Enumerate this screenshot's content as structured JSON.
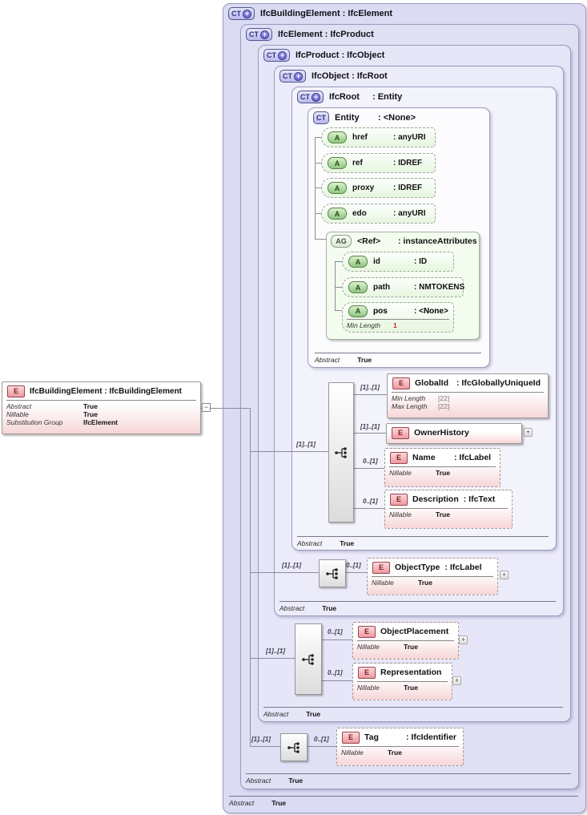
{
  "icons": {
    "plus": "+",
    "collapse": "−"
  },
  "palette": {
    "level_bg_outer": "#dbdbf3",
    "level_bg_inner": "#fcfcff",
    "element_pink": "#f7d6d8",
    "attribute_green": "#e6f6de",
    "badge_blue": "#b9b9ea",
    "constraint_red": "#cc2222"
  },
  "left_element": {
    "badge": "E",
    "title": "IfcBuildingElement : IfcBuildingElement",
    "rows": [
      {
        "label": "Abstract",
        "value": "True"
      },
      {
        "label": "Nillable",
        "value": "True"
      },
      {
        "label": "Substitution Group",
        "value": "IfcElement"
      }
    ]
  },
  "levels": [
    {
      "badge": "CT",
      "title": "IfcBuildingElement : IfcElement",
      "footer_label": "Abstract",
      "footer_value": "True"
    },
    {
      "badge": "CT",
      "title": "IfcElement : IfcProduct",
      "footer_label": "Abstract",
      "footer_value": "True"
    },
    {
      "badge": "CT",
      "title": "IfcProduct : IfcObject",
      "footer_label": "Abstract",
      "footer_value": "True"
    },
    {
      "badge": "CT",
      "title": "IfcObject : IfcRoot",
      "footer_label": "Abstract",
      "footer_value": "True"
    },
    {
      "badge": "CT",
      "title": "IfcRoot",
      "title_type": ": Entity",
      "footer_label": "Abstract",
      "footer_value": "True"
    }
  ],
  "entity": {
    "badge": "CT",
    "name": "Entity",
    "type": ": <None>",
    "attributes": [
      {
        "badge": "A",
        "name": "href",
        "type": ": anyURI"
      },
      {
        "badge": "A",
        "name": "ref",
        "type": ": IDREF"
      },
      {
        "badge": "A",
        "name": "proxy",
        "type": ": IDREF"
      },
      {
        "badge": "A",
        "name": "edo",
        "type": ": anyURI"
      }
    ],
    "group": {
      "badge": "AG",
      "name": "<Ref>",
      "type": ": instanceAttributes",
      "attributes": [
        {
          "badge": "A",
          "name": "id",
          "type": ": ID"
        },
        {
          "badge": "A",
          "name": "path",
          "type": ": NMTOKENS"
        },
        {
          "badge": "A",
          "name": "pos",
          "type": ": <None>",
          "facet_label": "Min Length",
          "facet_value": "1"
        }
      ]
    },
    "footer_label": "Abstract",
    "footer_value": "True"
  },
  "ifcroot_content": {
    "group_cardinality": "[1]..[1]",
    "globalid": {
      "badge": "E",
      "name": "GlobalId",
      "type": ": IfcGloballyUniqueId",
      "cardinality": "[1]..[1]",
      "facets": [
        {
          "label": "Min Length",
          "value": "[22]"
        },
        {
          "label": "Max Length",
          "value": "[22]"
        }
      ]
    },
    "ownerhistory": {
      "badge": "E",
      "name": "OwnerHistory",
      "cardinality": "[1]..[1]"
    },
    "name": {
      "badge": "E",
      "name": "Name",
      "type": ": IfcLabel",
      "cardinality": "0..[1]",
      "facets": [
        {
          "label": "Nillable",
          "value": "True"
        }
      ]
    },
    "description": {
      "badge": "E",
      "name": "Description",
      "type": ": IfcText",
      "cardinality": "0..[1]",
      "facets": [
        {
          "label": "Nillable",
          "value": "True"
        }
      ]
    }
  },
  "ifcobject_content": {
    "group_cardinality": "[1]..[1]",
    "objecttype": {
      "badge": "E",
      "name": "ObjectType",
      "type": ": IfcLabel",
      "cardinality": "0..[1]",
      "facets": [
        {
          "label": "Nillable",
          "value": "True"
        }
      ]
    }
  },
  "ifcproduct_content": {
    "group_cardinality": "[1]..[1]",
    "objectplacement": {
      "badge": "E",
      "name": "ObjectPlacement",
      "cardinality": "0..[1]",
      "facets": [
        {
          "label": "Nillable",
          "value": "True"
        }
      ]
    },
    "representation": {
      "badge": "E",
      "name": "Representation",
      "cardinality": "0..[1]",
      "facets": [
        {
          "label": "Nillable",
          "value": "True"
        }
      ]
    }
  },
  "ifcelement_content": {
    "group_cardinality": "[1]..[1]",
    "tag": {
      "badge": "E",
      "name": "Tag",
      "type": ": IfcIdentifier",
      "cardinality": "0..[1]",
      "facets": [
        {
          "label": "Nillable",
          "value": "True"
        }
      ]
    }
  }
}
